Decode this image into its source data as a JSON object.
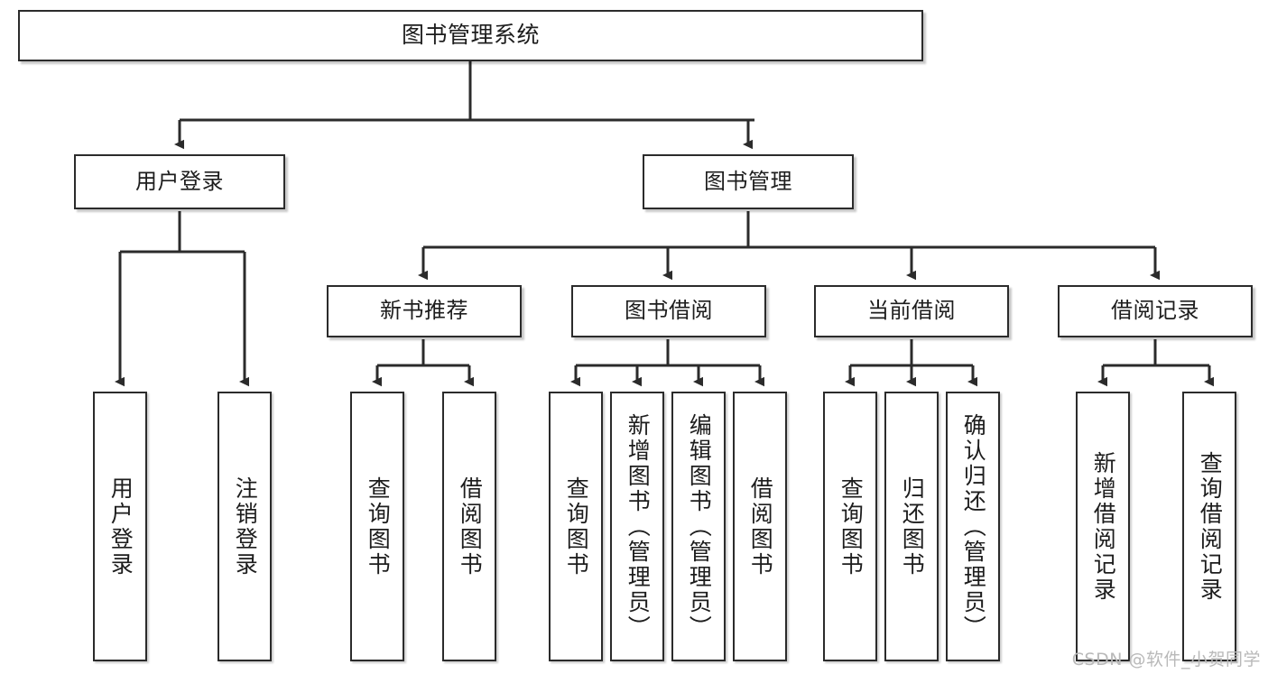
{
  "diagram": {
    "title": "图书管理系统",
    "watermark": "CSDN @软件_小贺同学",
    "stroke_color": "#2b2b2b",
    "text_color": "#1d1d1d",
    "background_color": "#ffffff",
    "watermark_color": "#b9b9b9"
  },
  "nodes": {
    "root": {
      "label": "图书管理系统"
    },
    "level2": [
      {
        "label": "用户登录"
      },
      {
        "label": "图书管理"
      }
    ],
    "level3": [
      {
        "label": "新书推荐"
      },
      {
        "label": "图书借阅"
      },
      {
        "label": "当前借阅"
      },
      {
        "label": "借阅记录"
      }
    ],
    "leaves": {
      "user_login": [
        {
          "label": "用户登录"
        },
        {
          "label": "注销登录"
        }
      ],
      "new_book": [
        {
          "label": "查询图书"
        },
        {
          "label": "借阅图书"
        }
      ],
      "book_borrow": [
        {
          "label": "查询图书"
        },
        {
          "label": "新增图书（管理员）"
        },
        {
          "label": "编辑图书（管理员）"
        },
        {
          "label": "借阅图书"
        }
      ],
      "current_borrow": [
        {
          "label": "查询图书"
        },
        {
          "label": "归还图书"
        },
        {
          "label": "确认归还（管理员）"
        }
      ],
      "borrow_record": [
        {
          "label": "新增借阅记录"
        },
        {
          "label": "查询借阅记录"
        }
      ]
    }
  }
}
